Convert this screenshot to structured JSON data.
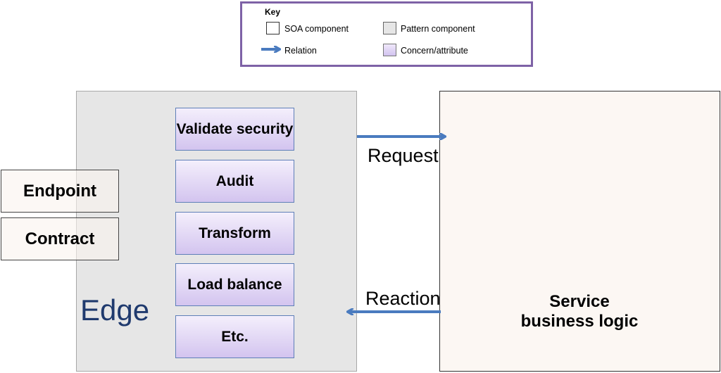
{
  "key": {
    "title": "Key",
    "soa_component": "SOA component",
    "pattern_component": "Pattern component",
    "relation": "Relation",
    "concern_attribute": "Concern/attribute"
  },
  "edge": {
    "label": "Edge",
    "concerns": [
      "Validate security",
      "Audit",
      "Transform",
      "Load balance",
      "Etc."
    ]
  },
  "soa_components": [
    "Endpoint",
    "Contract"
  ],
  "service": {
    "label_line1": "Service",
    "label_line2": "business logic"
  },
  "relations": {
    "request": "Request",
    "reaction": "Reaction"
  },
  "colors": {
    "relation_arrow": "#4a7bbf",
    "key_border": "#7e62a6",
    "edge_text": "#1f3a6e",
    "pattern_fill": "#e6e6e6",
    "concern_fill": "#d3c4ef"
  }
}
